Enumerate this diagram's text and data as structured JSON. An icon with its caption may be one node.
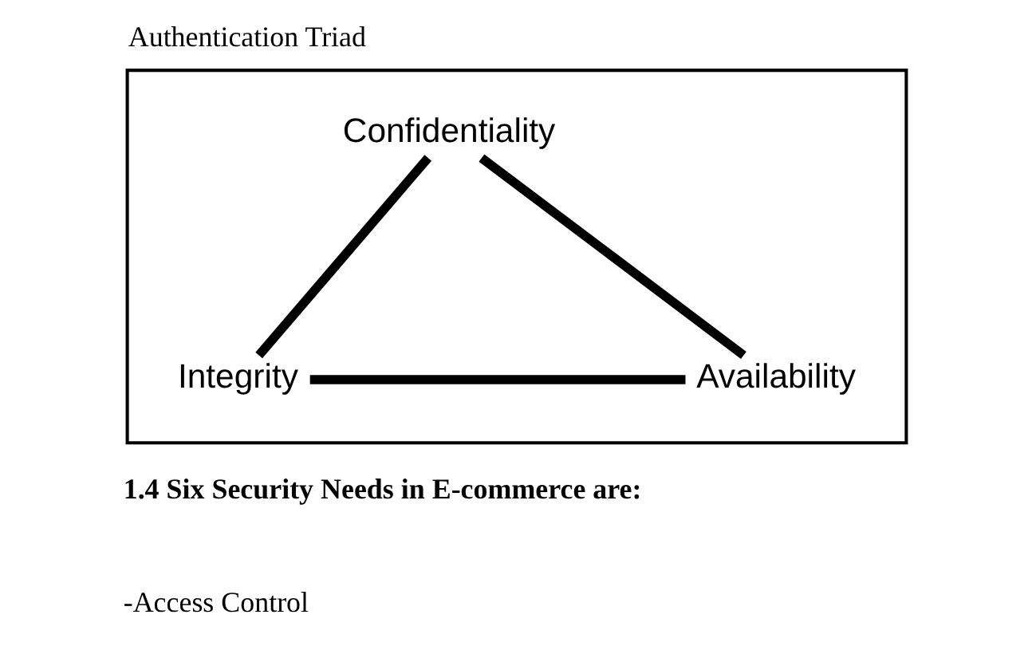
{
  "diagram": {
    "title": "Authentication Triad",
    "nodes": [
      {
        "text": [],
        "shape": "box"
      },
      {
        "text": [
          "Confidentiality"
        ],
        "in": 0
      },
      {
        "text": [
          "Integrity"
        ],
        "in": 0
      },
      {
        "text": [
          "Availability"
        ],
        "in": 0
      }
    ],
    "edges": [
      {
        "from": 1,
        "to": 2,
        "arrow": "none"
      },
      {
        "from": 2,
        "to": 3,
        "arrow": "none"
      },
      {
        "from": 1,
        "to": 3,
        "arrow": "none"
      }
    ],
    "labels": [
      "1.4 Six Security Needs in E-commerce are:",
      "-Access Control"
    ]
  }
}
